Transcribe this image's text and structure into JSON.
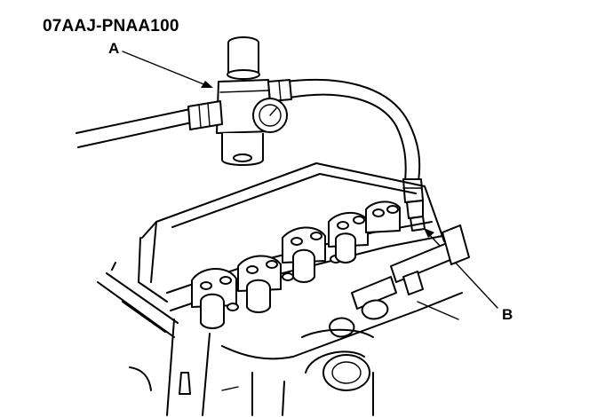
{
  "figure": {
    "part_number": "07AAJ-PNAA100",
    "callouts": [
      {
        "id": "A",
        "label": "A"
      },
      {
        "id": "B",
        "label": "B"
      }
    ]
  },
  "colors": {
    "ink": "#000000",
    "paper": "#ffffff"
  }
}
